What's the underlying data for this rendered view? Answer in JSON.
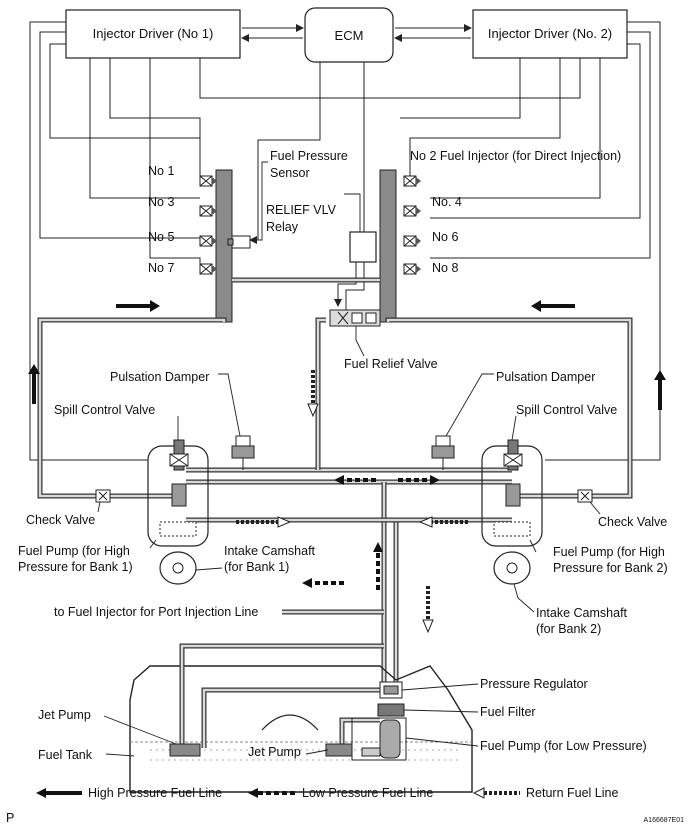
{
  "labels": {
    "ecm": "ECM",
    "injector_driver_1": "Injector Driver (No  1)",
    "injector_driver_2": "Injector Driver (No. 2)",
    "no1": "No  1",
    "no3": "No  3",
    "no5": "No  5",
    "no7": "No  7",
    "no4": "No. 4",
    "no6": "No  6",
    "no8": "No  8",
    "fuel_pressure_sensor_1": "Fuel Pressure",
    "fuel_pressure_sensor_2": "Sensor",
    "no2_injector": "No  2 Fuel Injector (for Direct Injection)",
    "relief_vlv_1": "RELIEF VLV",
    "relief_vlv_2": "Relay",
    "fuel_relief_valve": "Fuel Relief Valve",
    "pulsation_damper_left": "Pulsation Damper",
    "pulsation_damper_right": "Pulsation Damper",
    "spill_control_left": "Spill Control Valve",
    "spill_control_right": "Spill Control Valve",
    "check_valve_left": "Check Valve",
    "check_valve_right": "Check Valve",
    "fuel_pump_bank1_1": "Fuel Pump (for High",
    "fuel_pump_bank1_2": "Pressure for Bank 1)",
    "fuel_pump_bank2_1": "Fuel Pump (for High",
    "fuel_pump_bank2_2": "Pressure for Bank 2)",
    "intake_cam_bank1_1": "Intake Camshaft",
    "intake_cam_bank1_2": "(for Bank 1)",
    "intake_cam_bank2_1": "Intake Camshaft",
    "intake_cam_bank2_2": "(for Bank 2)",
    "port_injection": "to Fuel Injector for Port Injection Line",
    "pressure_regulator": "Pressure Regulator",
    "fuel_filter": "Fuel Filter",
    "fuel_pump_low": "Fuel Pump (for Low Pressure)",
    "jet_pump_left": "Jet Pump",
    "jet_pump_center": "Jet Pump",
    "fuel_tank": "Fuel Tank"
  },
  "legend": {
    "high": "High Pressure Fuel Line",
    "low": "Low Pressure Fuel Line",
    "return": "Return Fuel Line"
  },
  "footer": {
    "left": "P",
    "right": "A166687E01"
  }
}
